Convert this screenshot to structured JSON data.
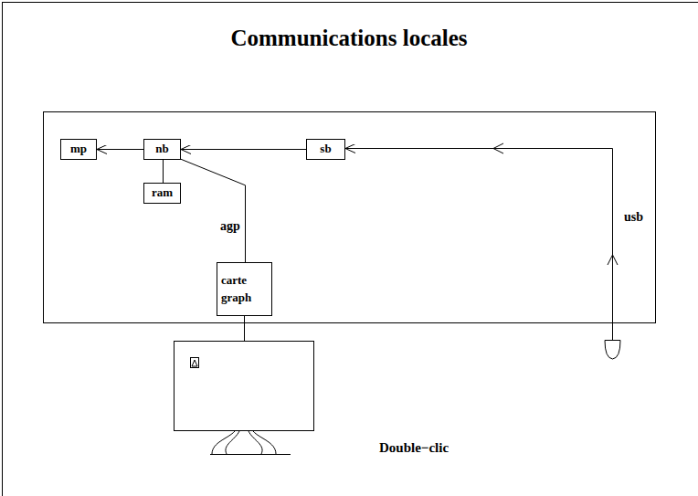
{
  "diagram": {
    "title": "Communications locales",
    "nodes": [
      {
        "text": [
          "mp"
        ]
      },
      {
        "text": [
          "nb"
        ]
      },
      {
        "text": [
          "ram"
        ]
      },
      {
        "text": [
          "sb"
        ]
      },
      {
        "text": [
          "carte graph"
        ]
      }
    ],
    "edges": [
      {
        "from": 1,
        "to": 0,
        "arrow": "to"
      },
      {
        "from": 1,
        "to": 2,
        "arrow": "none"
      },
      {
        "from": 3,
        "to": 1,
        "arrow": "to"
      },
      {
        "from": 1,
        "to": 4,
        "arrow": "none",
        "label": "agp"
      }
    ],
    "labels": [
      "usb",
      "Double−clic"
    ]
  }
}
